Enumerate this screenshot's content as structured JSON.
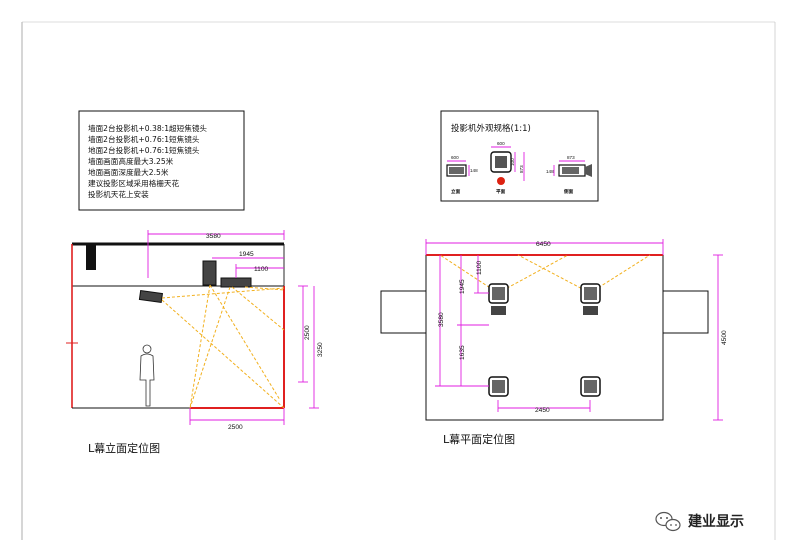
{
  "notes": {
    "lines": [
      "墙面2台投影机+0.38:1超短焦镜头",
      "墙面2台投影机+0.76:1短焦镜头",
      "地面2台投影机+0.76:1短焦镜头",
      "墙面画面高度最大3.25米",
      "地面画面深度最大2.5米",
      "建议投影区域采用格栅天花",
      "投影机天花上安装"
    ]
  },
  "spec": {
    "title": "投影机外观规格(1:1)",
    "dims": {
      "side_width": "600",
      "side_height": "148",
      "front_width": "600",
      "front_h1": "100",
      "front_h2": "873",
      "top_width": "873",
      "top_height": "148"
    },
    "view_labels": [
      "立面",
      "平面",
      "侧面"
    ]
  },
  "elevation": {
    "caption": "L幕立面定位图",
    "dims": {
      "top_span": "3580",
      "offset_1": "1945",
      "offset_2": "1100",
      "height_inner": "2500",
      "height_outer": "3250",
      "floor_width": "2500"
    }
  },
  "plan": {
    "caption": "L幕平面定位图",
    "dims": {
      "width": "6450",
      "depth": "4500",
      "left_total": "3580",
      "left_1": "1945",
      "left_2": "1100",
      "left_3": "1635",
      "spacing": "2450"
    }
  },
  "watermark": {
    "text": "建业显示",
    "icon": "wechat-icon"
  },
  "colors": {
    "dimension": "#e01ee0",
    "screen": "#e02020",
    "beam": "#f2b01e",
    "line": "#111111"
  }
}
